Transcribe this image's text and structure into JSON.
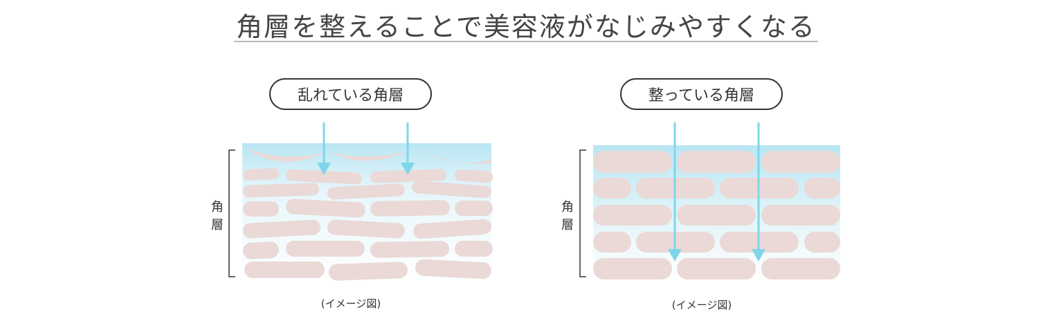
{
  "title": "角層を整えることで美容液がなじみやすくなる",
  "panels": {
    "left": {
      "label": "乱れている角層",
      "side_label": "角層",
      "caption": "(イメージ図)"
    },
    "right": {
      "label": "整っている角層",
      "side_label": "角層",
      "caption": "(イメージ図)"
    }
  },
  "colors": {
    "cell": "#ead9d6",
    "arrow": "#7fd6ea",
    "gradient_top": "#b9e6f3",
    "gradient_bottom": "#ffffff",
    "text": "#333333",
    "rule": "#b9b9b9"
  }
}
